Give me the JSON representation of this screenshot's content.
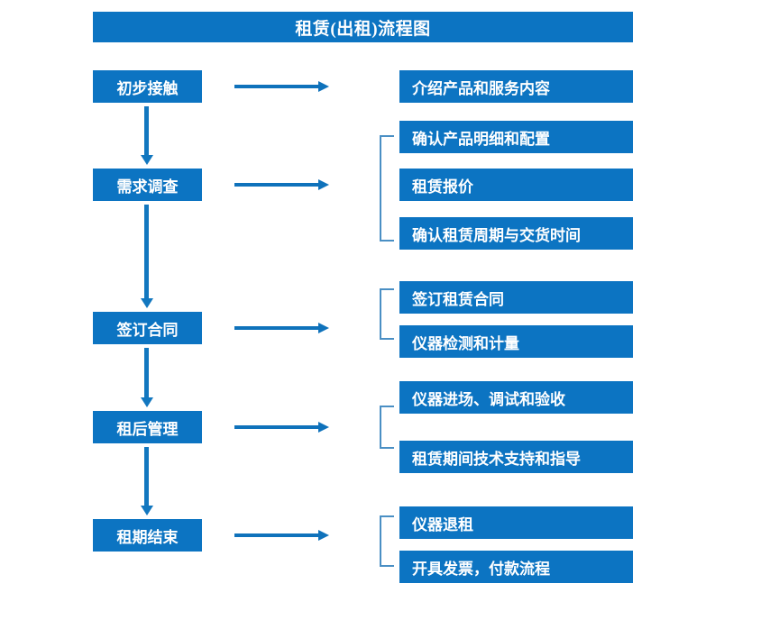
{
  "diagram": {
    "title": "租赁(出租)流程图",
    "colors": {
      "box_blue": "#0c74c2",
      "arrow_blue": "#0f72bb",
      "bracket_blue": "#4a8fc4",
      "text_white": "#ffffff",
      "background": "#ffffff"
    },
    "stages": [
      {
        "id": "stage-1",
        "label": "初步接触",
        "details": [
          "介绍产品和服务内容"
        ]
      },
      {
        "id": "stage-2",
        "label": "需求调查",
        "details": [
          "确认产品明细和配置",
          "租赁报价",
          "确认租赁周期与交货时间"
        ]
      },
      {
        "id": "stage-3",
        "label": "签订合同",
        "details": [
          "签订租赁合同",
          "仪器检测和计量"
        ]
      },
      {
        "id": "stage-4",
        "label": "租后管理",
        "details": [
          "仪器进场、调试和验收",
          "租赁期间技术支持和指导"
        ]
      },
      {
        "id": "stage-5",
        "label": "租期结束",
        "details": [
          "仪器退租",
          "开具发票，付款流程"
        ]
      }
    ]
  }
}
